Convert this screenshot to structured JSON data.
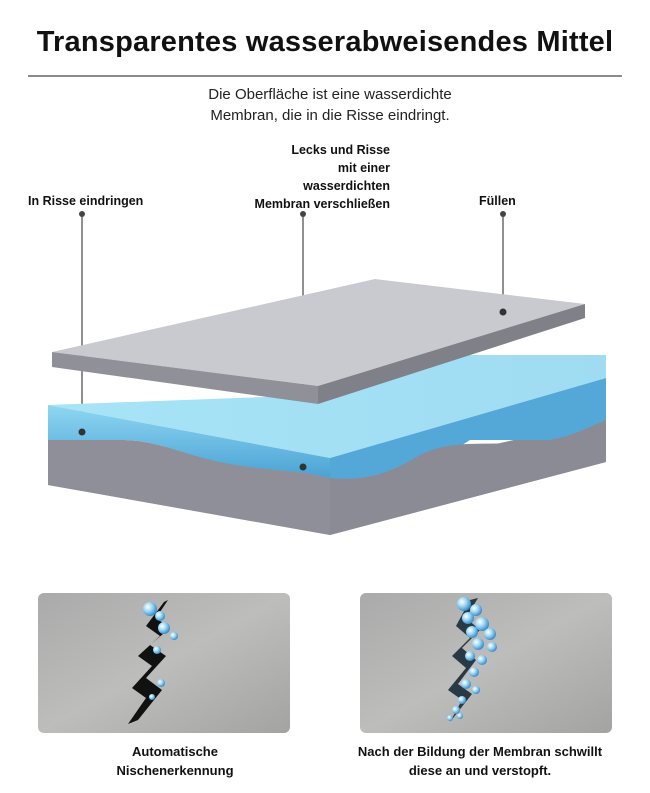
{
  "title": "Transparentes wasserabweisendes Mittel",
  "subtitle_line1": "Die Oberfläche ist eine wasserdichte",
  "subtitle_line2": "Membran, die in die Risse eindringt.",
  "callouts": {
    "lecks": [
      "Lecks und Risse",
      "mit einer",
      "wasserdichten",
      "Membran verschließen"
    ],
    "risse": "In Risse eindringen",
    "fuellen": "Füllen"
  },
  "captions": {
    "left": [
      "Automatische",
      "Nischenerkennung"
    ],
    "right": [
      "Nach der Bildung der Membran schwillt",
      "diese an und verstopft."
    ]
  },
  "colors": {
    "top_sheet": "#c9cacf",
    "water_layer": "#7ec8e8",
    "concrete": "#8d8e97",
    "crack": "#111111",
    "bubble": "#4aa3d8"
  }
}
